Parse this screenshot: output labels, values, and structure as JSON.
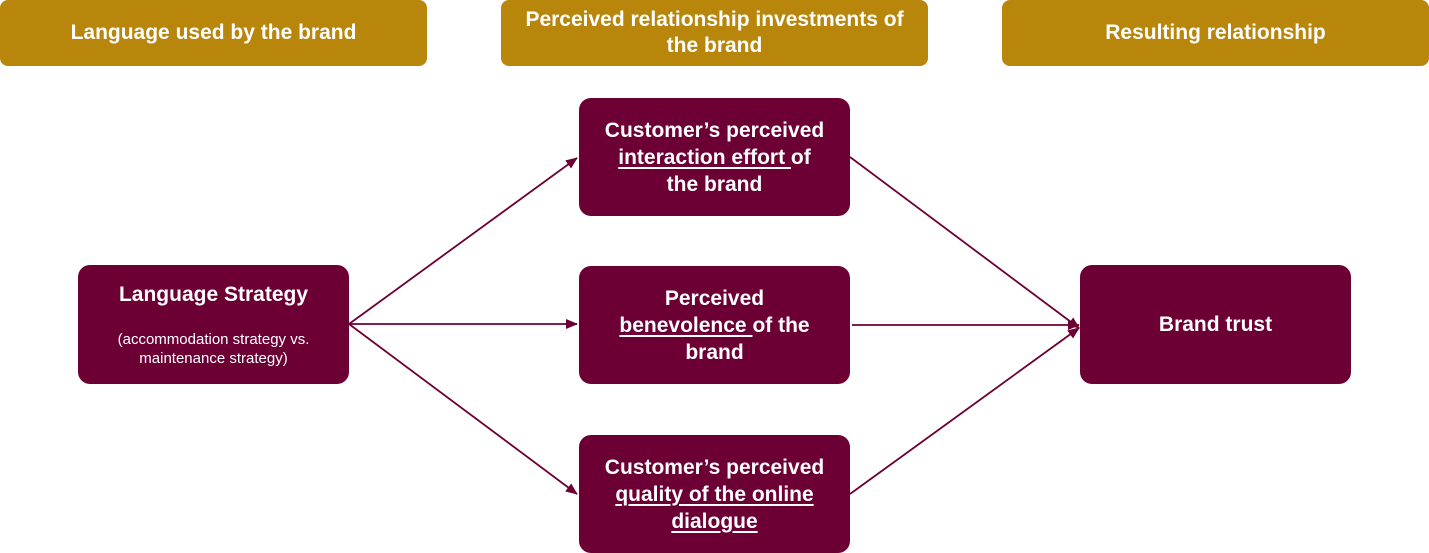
{
  "colors": {
    "header": "#B8860B",
    "node": "#6C0035",
    "arrow": "#6C0035"
  },
  "headers": {
    "language": "Language used by the brand",
    "investments": "Perceived relationship investments of the brand",
    "relationship": "Resulting relationship"
  },
  "nodes": {
    "language_strategy": {
      "title": "Language Strategy",
      "subtitle": "(accommodation strategy vs. maintenance strategy)"
    },
    "interaction_effort": {
      "line1": "Customer’s perceived",
      "underlined": "interaction effort ",
      "after": "of",
      "line3": "the brand"
    },
    "benevolence": {
      "line1": "Perceived",
      "underlined": "benevolence ",
      "after": "of the",
      "line3": "brand"
    },
    "dialogue_quality": {
      "line1": "Customer’s perceived",
      "underlined_1": "quality of the online",
      "underlined_2": "dialogue"
    },
    "brand_trust": {
      "title": "Brand trust"
    }
  }
}
